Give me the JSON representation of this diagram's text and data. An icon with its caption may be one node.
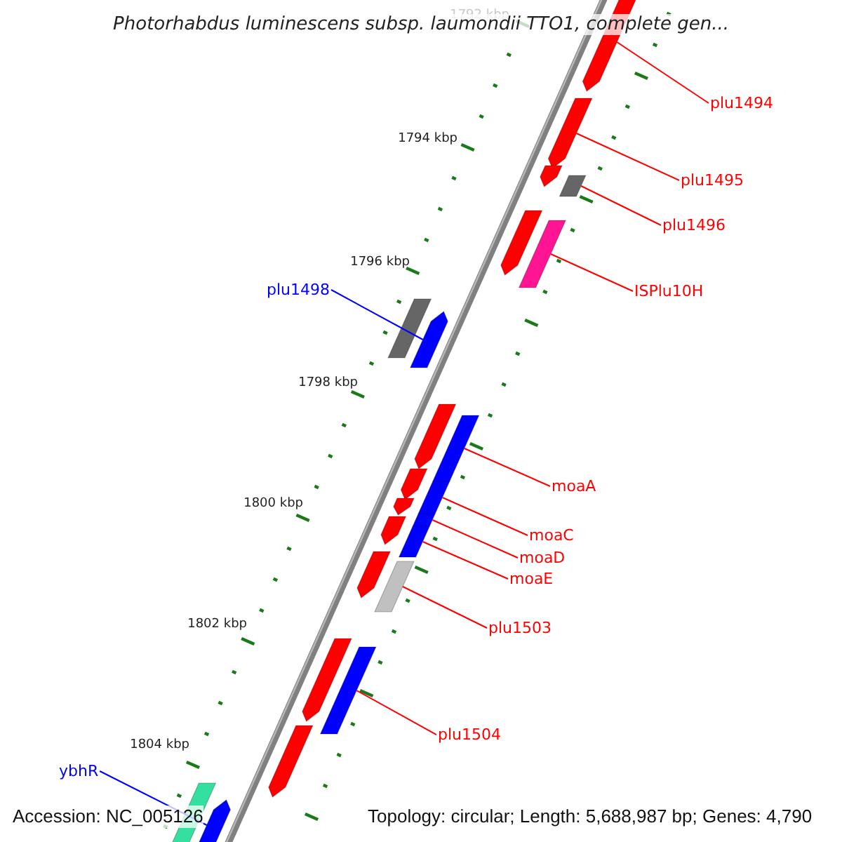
{
  "diagram": {
    "title": "Photorhabdus luminescens subsp. laumondii TTO1, complete gen...",
    "nodes": [
      {
        "text": [
          "plu1494"
        ]
      },
      {
        "text": [
          "plu1495"
        ]
      },
      {
        "text": [
          "plu1496"
        ]
      },
      {
        "text": [
          "ISPlu10H"
        ]
      },
      {
        "text": [
          "plu1498"
        ]
      },
      {
        "text": [
          "moaA"
        ]
      },
      {
        "text": [
          "moaC"
        ]
      },
      {
        "text": [
          "moaD"
        ]
      },
      {
        "text": [
          "moaE"
        ]
      },
      {
        "text": [
          "plu1503"
        ]
      },
      {
        "text": [
          "plu1504"
        ]
      },
      {
        "text": [
          "ybhR"
        ]
      },
      {
        "text": [],
        "shape": "bar"
      },
      {
        "text": [],
        "shape": "bar"
      },
      {
        "text": [],
        "shape": "bar"
      },
      {
        "text": [],
        "shape": "bar"
      },
      {
        "text": [],
        "shape": "bar"
      },
      {
        "text": [],
        "shape": "bar"
      },
      {
        "text": [],
        "shape": "bar"
      },
      {
        "text": [],
        "shape": "bar"
      },
      {
        "text": [],
        "shape": "bar"
      },
      {
        "text": [],
        "shape": "bar"
      },
      {
        "text": [],
        "shape": "bar"
      },
      {
        "text": [],
        "shape": "bar"
      },
      {
        "text": [],
        "shape": "bar"
      },
      {
        "text": [],
        "shape": "bar"
      },
      {
        "text": [],
        "shape": "bar"
      },
      {
        "text": [],
        "shape": "bar"
      },
      {
        "text": [],
        "shape": "bar"
      },
      {
        "text": [],
        "shape": "bar"
      },
      {
        "text": [],
        "shape": "bar"
      },
      {
        "text": [],
        "shape": "bar"
      },
      {
        "text": [],
        "shape": "bar"
      },
      {
        "text": [],
        "shape": "bar"
      },
      {
        "text": [],
        "shape": "bar"
      }
    ],
    "edges": [
      {
        "from": 0,
        "to": 12,
        "arrow": "none"
      },
      {
        "from": 1,
        "to": 13,
        "arrow": "none"
      },
      {
        "from": 2,
        "to": 15,
        "arrow": "none"
      },
      {
        "from": 3,
        "to": 17,
        "arrow": "none"
      },
      {
        "from": 4,
        "to": 19,
        "arrow": "none",
        "color": "#0000ff"
      },
      {
        "from": 5,
        "to": 21,
        "arrow": "none"
      },
      {
        "from": 6,
        "to": 23,
        "arrow": "none"
      },
      {
        "from": 7,
        "to": 25,
        "arrow": "none"
      },
      {
        "from": 8,
        "to": 27,
        "arrow": "none"
      },
      {
        "from": 9,
        "to": 29,
        "arrow": "none"
      },
      {
        "from": 10,
        "to": 31,
        "arrow": "none"
      },
      {
        "from": 11,
        "to": 34,
        "arrow": "none",
        "color": "#0000ff"
      }
    ],
    "labels": [
      "1792 kbp",
      "1794 kbp",
      "1796 kbp",
      "1798 kbp",
      "1800 kbp",
      "1802 kbp",
      "1804 kbp",
      "Accession: NC_005126",
      "Topology: circular; Length: 5,688,987 bp; Genes: 4,790"
    ]
  }
}
